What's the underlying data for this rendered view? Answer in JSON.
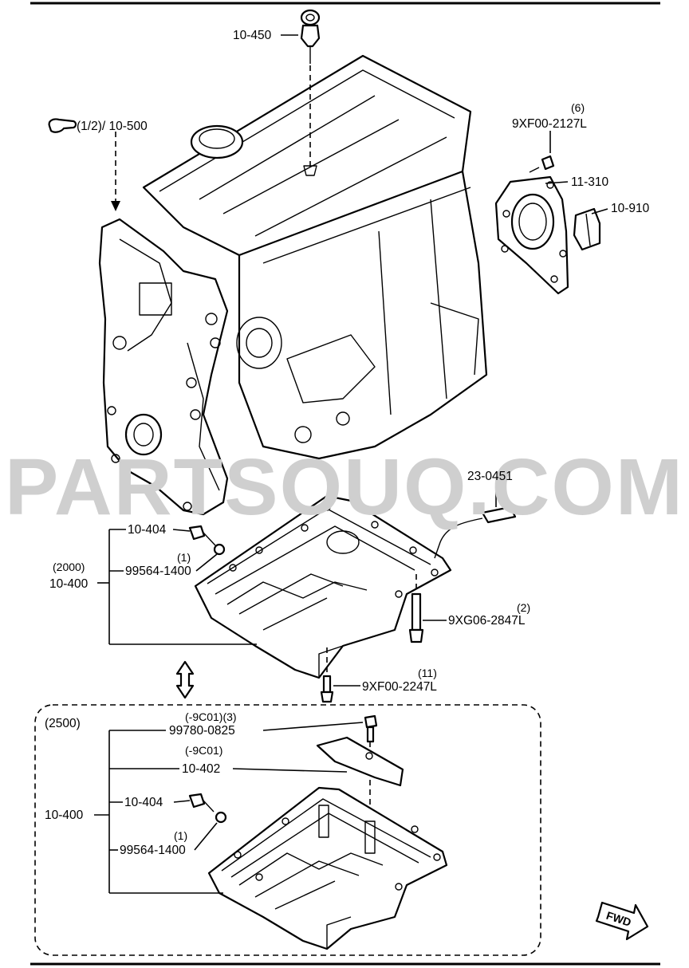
{
  "watermark": "PARTSOUQ.COM",
  "labels": {
    "dipstick": "10-450",
    "front_cover_ref": "(1/2)/ 10-500",
    "bolt_qty_6": "(6)",
    "bolt_9xf00_2127l": "9XF00-2127L",
    "rear_cover": "11-310",
    "rear_seal": "10-910",
    "oil_level_sensor": "23-0451",
    "pan_2000_code": "(2000)",
    "pan_2000": "10-400",
    "drain_plug_upper": "10-404",
    "gasket_qty_upper": "(1)",
    "gasket_upper": "99564-1400",
    "stud_qty": "(2)",
    "stud_bolt": "9XG06-2847L",
    "pan_bolt_qty": "(11)",
    "pan_bolt": "9XF00-2247L",
    "group_2500": "(2500)",
    "plate_bolt_qty": "(-9C01)(3)",
    "plate_bolt": "99780-0825",
    "plate_code": "(-9C01)",
    "plate": "10-402",
    "pan_2500": "10-400",
    "drain_plug_lower": "10-404",
    "gasket_qty_lower": "(1)",
    "gasket_lower": "99564-1400",
    "fwd": "FWD"
  },
  "icons": [
    "pointing-hand-icon",
    "double-arrow-icon",
    "fwd-arrow-icon"
  ]
}
